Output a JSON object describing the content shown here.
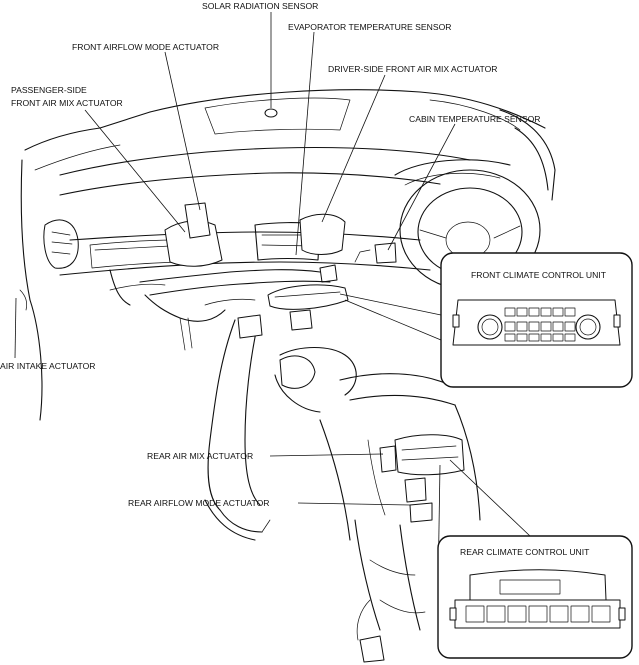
{
  "labels": {
    "solar_radiation_sensor": "SOLAR RADIATION SENSOR",
    "evaporator_temperature_sensor": "EVAPORATOR TEMPERATURE SENSOR",
    "front_airflow_mode_actuator": "FRONT AIRFLOW MODE ACTUATOR",
    "driver_side_front_air_mix_actuator": "DRIVER-SIDE FRONT AIR MIX ACTUATOR",
    "passenger_side_front_air_mix_actuator_line1": "PASSENGER-SIDE",
    "passenger_side_front_air_mix_actuator_line2": "FRONT AIR MIX ACTUATOR",
    "cabin_temperature_sensor": "CABIN TEMPERATURE SENSOR",
    "air_intake_actuator": "AIR INTAKE ACTUATOR",
    "rear_air_mix_actuator": "REAR AIR MIX ACTUATOR",
    "rear_airflow_mode_actuator": "REAR AIRFLOW MODE ACTUATOR"
  },
  "insets": {
    "front_climate_control_unit": "FRONT CLIMATE CONTROL UNIT",
    "rear_climate_control_unit": "REAR CLIMATE CONTROL UNIT"
  }
}
